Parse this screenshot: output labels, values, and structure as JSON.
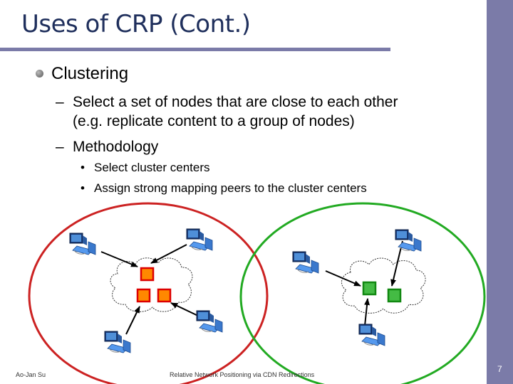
{
  "slide": {
    "title": "Uses of CRP (Cont.)",
    "bullet1": "Clustering",
    "sub1_line1": "Select a set of nodes that are close to each other",
    "sub1_line2": "(e.g. replicate content to a group of nodes)",
    "sub2": "Methodology",
    "subsub1": "Select cluster centers",
    "subsub2": "Assign strong mapping peers to the cluster centers",
    "dash": "–",
    "dot": "•"
  },
  "footer": {
    "author": "Ao-Jan Su",
    "center": "Relative Network Positioning via CDN Redirections",
    "page": "7"
  },
  "colors": {
    "sidebar": "#7b7ba8",
    "title": "#1f2f5c",
    "cluster_left": "#cc2222",
    "cluster_right": "#22aa22",
    "center_left_fill": "#ff8800",
    "center_left_stroke": "#dd0000",
    "center_right_fill": "#44bb44",
    "center_right_stroke": "#118811"
  }
}
